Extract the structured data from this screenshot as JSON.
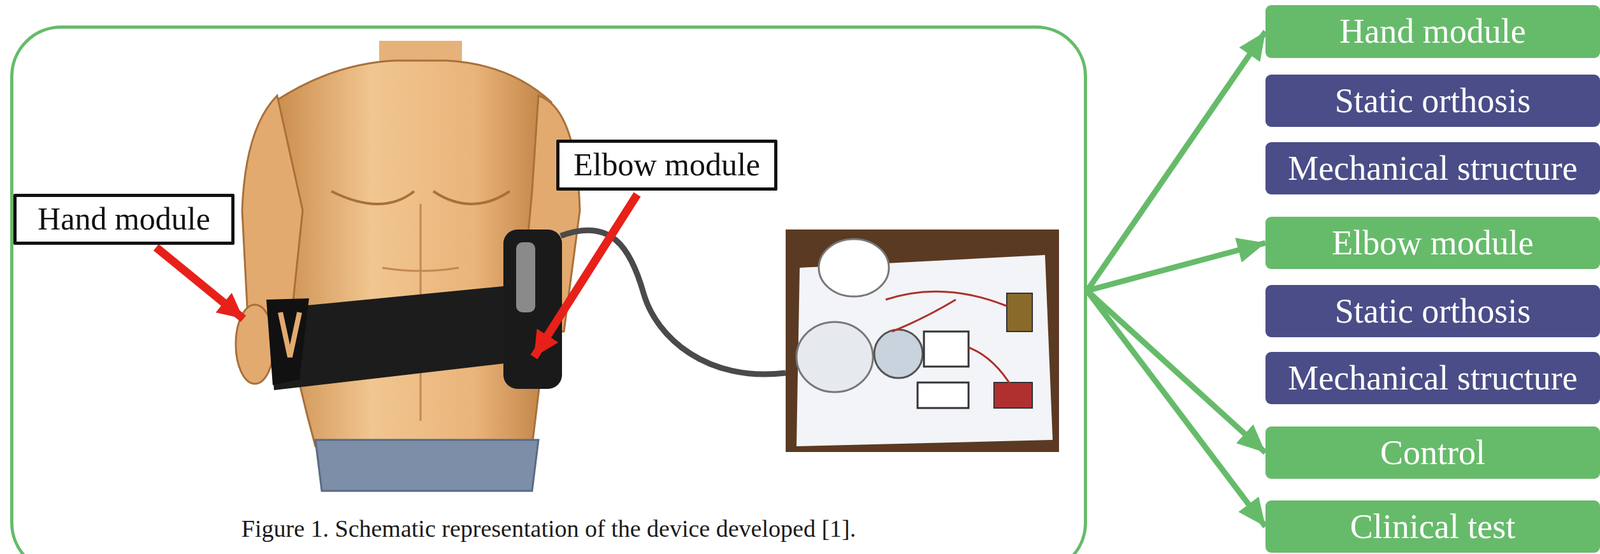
{
  "diagram": {
    "nodes": [
      {
        "text": [
          "Figure 1. Schematic representation of the device developed [1]."
        ]
      },
      {
        "text": [
          "Hand module"
        ],
        "in": 0
      },
      {
        "text": [
          "Elbow module"
        ],
        "in": 0
      },
      {
        "text": [
          "Hand module"
        ]
      },
      {
        "text": [
          "Static orthosis"
        ]
      },
      {
        "text": [
          "Mechanical structure"
        ]
      },
      {
        "text": [
          "Elbow module"
        ]
      },
      {
        "text": [
          "Static orthosis"
        ]
      },
      {
        "text": [
          "Mechanical structure"
        ]
      },
      {
        "text": [
          "Control"
        ]
      },
      {
        "text": [
          "Clinical test"
        ]
      }
    ],
    "edges": [
      {
        "from": 0,
        "to": 3,
        "arrow": "to"
      },
      {
        "from": 0,
        "to": 6,
        "arrow": "to"
      },
      {
        "from": 0,
        "to": 9,
        "arrow": "to"
      },
      {
        "from": 0,
        "to": 10,
        "arrow": "to"
      }
    ]
  }
}
